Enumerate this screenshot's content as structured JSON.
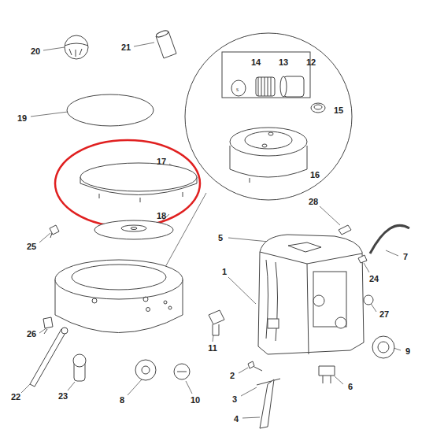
{
  "diagram": {
    "labels": [
      "20",
      "21",
      "14",
      "13",
      "12",
      "15",
      "16",
      "19",
      "17",
      "18",
      "25",
      "5",
      "28",
      "1",
      "7",
      "24",
      "26",
      "11",
      "27",
      "9",
      "2",
      "6",
      "3",
      "22",
      "23",
      "8",
      "10",
      "4"
    ]
  }
}
